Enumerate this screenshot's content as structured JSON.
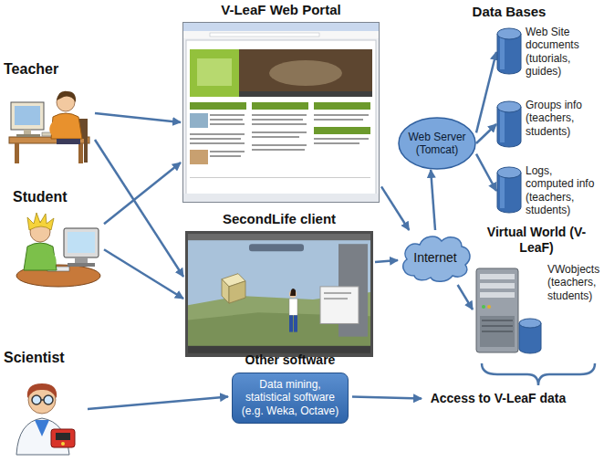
{
  "diagram": {
    "nodes": [
      {
        "text": [
          "Teacher"
        ]
      },
      {
        "text": [
          "Student"
        ]
      },
      {
        "text": [
          "Scientist"
        ]
      },
      {
        "text": [
          "V-LeaF Web Portal"
        ]
      },
      {
        "text": [
          "SecondLife client"
        ]
      },
      {
        "text": [
          "Other software",
          "Data mining, statistical software (e.g. Weka, Octave)"
        ]
      },
      {
        "text": [
          "Internet"
        ]
      },
      {
        "text": [
          "Web Server (Tomcat)"
        ]
      },
      {
        "text": [
          "Web Site documents (tutorials, guides)"
        ]
      },
      {
        "text": [
          "Groups info (teachers, students)"
        ]
      },
      {
        "text": [
          "Logs, computed info (teachers, students)"
        ]
      },
      {
        "text": [
          "Virtual World (V-LeaF)",
          "VWobjects (teachers, students)"
        ]
      },
      {
        "text": [
          "Access to V-LeaF data"
        ]
      }
    ],
    "edges": [
      {
        "from": 0,
        "to": 3,
        "arrow": "to"
      },
      {
        "from": 0,
        "to": 4,
        "arrow": "to"
      },
      {
        "from": 1,
        "to": 3,
        "arrow": "to"
      },
      {
        "from": 1,
        "to": 4,
        "arrow": "to"
      },
      {
        "from": 3,
        "to": 6,
        "arrow": "to"
      },
      {
        "from": 4,
        "to": 6,
        "arrow": "to"
      },
      {
        "from": 6,
        "to": 7,
        "arrow": "to"
      },
      {
        "from": 7,
        "to": 8,
        "arrow": "to"
      },
      {
        "from": 7,
        "to": 9,
        "arrow": "to"
      },
      {
        "from": 7,
        "to": 10,
        "arrow": "to"
      },
      {
        "from": 6,
        "to": 11,
        "arrow": "to"
      },
      {
        "from": 2,
        "to": 5,
        "arrow": "to"
      },
      {
        "from": 5,
        "to": 12,
        "arrow": "to"
      }
    ],
    "labels": [
      "Data Bases"
    ]
  }
}
